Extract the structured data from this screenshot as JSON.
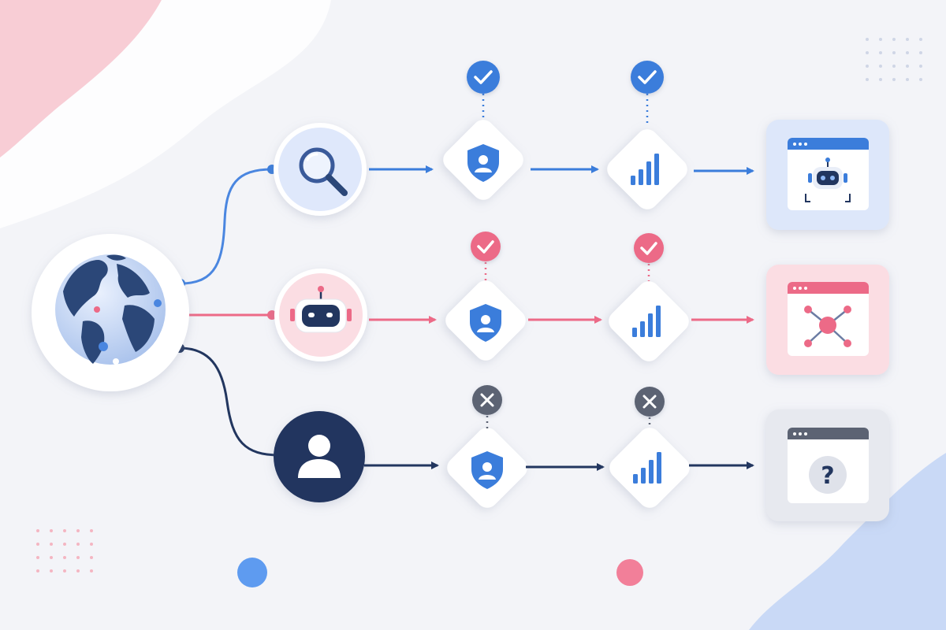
{
  "colors": {
    "background": "#f3f4f8",
    "blue": "#3b7ddb",
    "blue_light": "#dfe8fb",
    "pink": "#ec6a87",
    "pink_light": "#fbdde3",
    "navy": "#22365f",
    "gray_status": "#5c6373",
    "card_gray": "#e7e9ef"
  },
  "source": {
    "icon": "globe-icon"
  },
  "flows": [
    {
      "id": "search",
      "color": "#3b7ddb",
      "origin_icon": "magnifier-icon",
      "checkpoints": [
        {
          "icon": "shield-user-icon",
          "status": "approved",
          "status_icon": "check-icon"
        },
        {
          "icon": "bar-chart-icon",
          "status": "approved",
          "status_icon": "check-icon"
        }
      ],
      "destination_icon": "browser-robot-icon"
    },
    {
      "id": "bot",
      "color": "#ec6a87",
      "origin_icon": "robot-icon",
      "checkpoints": [
        {
          "icon": "shield-user-icon",
          "status": "approved",
          "status_icon": "check-icon"
        },
        {
          "icon": "bar-chart-icon",
          "status": "approved",
          "status_icon": "check-icon"
        }
      ],
      "destination_icon": "browser-network-icon"
    },
    {
      "id": "human",
      "color": "#22365f",
      "origin_icon": "user-icon",
      "checkpoints": [
        {
          "icon": "shield-user-icon",
          "status": "rejected",
          "status_icon": "x-icon"
        },
        {
          "icon": "bar-chart-icon",
          "status": "rejected",
          "status_icon": "x-icon"
        }
      ],
      "destination_icon": "browser-question-icon"
    }
  ],
  "destination_glyph_question": "?"
}
